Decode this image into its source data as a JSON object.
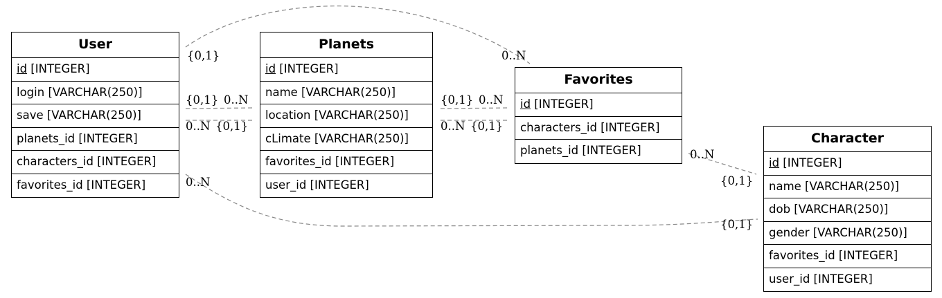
{
  "entities": {
    "user": {
      "title": "User",
      "pk": "id",
      "pk_type": " [INTEGER]",
      "attrs": [
        "login [VARCHAR(250)]",
        "save [VARCHAR(250)]",
        "planets_id [INTEGER]",
        "characters_id [INTEGER]",
        "favorites_id [INTEGER]"
      ]
    },
    "planets": {
      "title": "Planets",
      "pk": "id",
      "pk_type": " [INTEGER]",
      "attrs": [
        "name [VARCHAR(250)]",
        "location [VARCHAR(250)]",
        "cLimate [VARCHAR(250)]",
        "favorites_id [INTEGER]",
        "user_id [INTEGER]"
      ]
    },
    "favorites": {
      "title": "Favorites",
      "pk": "id",
      "pk_type": " [INTEGER]",
      "attrs": [
        "characters_id [INTEGER]",
        "planets_id [INTEGER]"
      ]
    },
    "character": {
      "title": "Character",
      "pk": "id",
      "pk_type": " [INTEGER]",
      "attrs": [
        "name [VARCHAR(250)]",
        "dob [VARCHAR(250)]",
        "gender [VARCHAR(250)]",
        "favorites_id [INTEGER]",
        "user_id [INTEGER]"
      ]
    }
  },
  "relations": [
    {
      "from": "User",
      "to": "Favorites",
      "from_card": "{0,1}",
      "to_card": "0..N"
    },
    {
      "from": "User",
      "to": "Planets",
      "from_card": "{0,1}",
      "to_card": "0..N"
    },
    {
      "from": "Planets",
      "to": "User",
      "from_card": "{0,1}",
      "to_card": "0..N"
    },
    {
      "from": "Planets",
      "to": "Favorites",
      "from_card": "{0,1}",
      "to_card": "0..N"
    },
    {
      "from": "Favorites",
      "to": "Planets",
      "from_card": "{0,1}",
      "to_card": "0..N"
    },
    {
      "from": "Character",
      "to": "Favorites",
      "from_card": "{0,1}",
      "to_card": "0..N"
    },
    {
      "from": "Character",
      "to": "User",
      "from_card": "{0,1}",
      "to_card": "0..N"
    }
  ],
  "colors": {
    "edge": "#888888",
    "border": "#000000",
    "text": "#000000"
  }
}
